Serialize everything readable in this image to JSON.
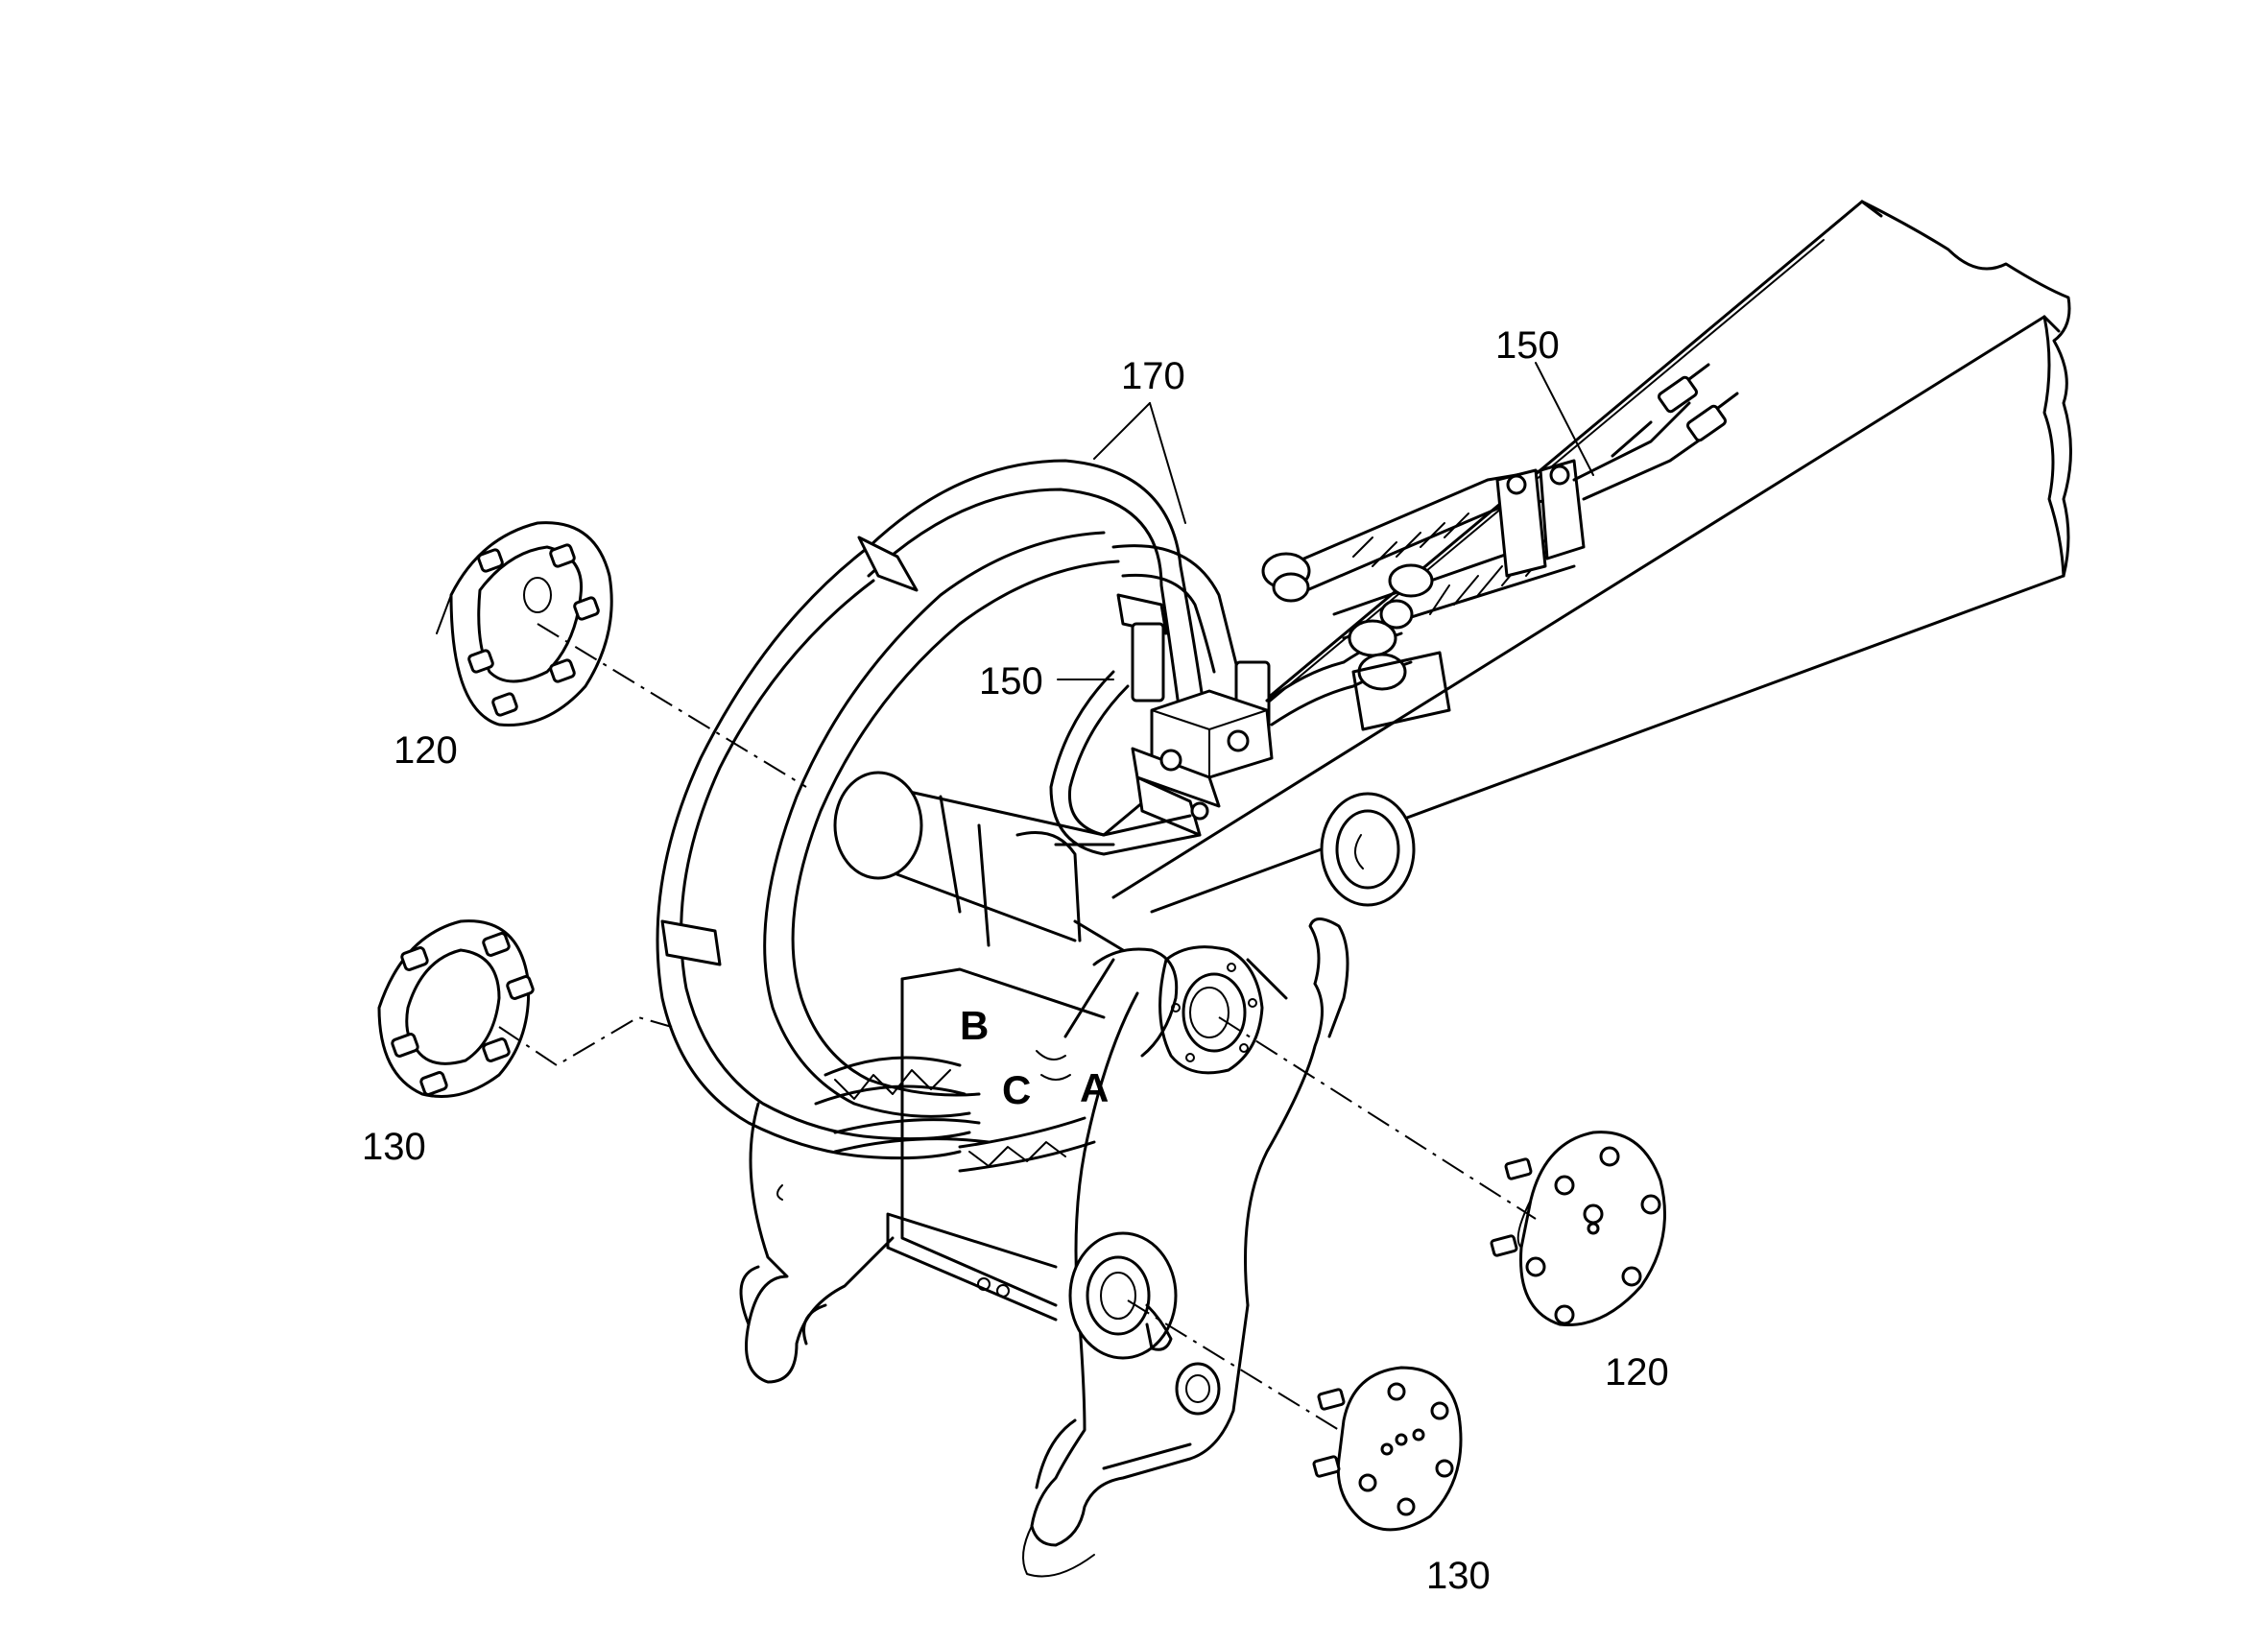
{
  "callouts": {
    "hose_pair": "170",
    "hose_right": "150",
    "hose_left": "150",
    "flange_top_left": "120",
    "flange_mid_left": "130",
    "flange_right": "120",
    "flange_bottom": "130"
  },
  "ports": {
    "a": "A",
    "b": "B",
    "c": "C"
  },
  "colors": {
    "line": "#000000",
    "background": "#ffffff"
  }
}
